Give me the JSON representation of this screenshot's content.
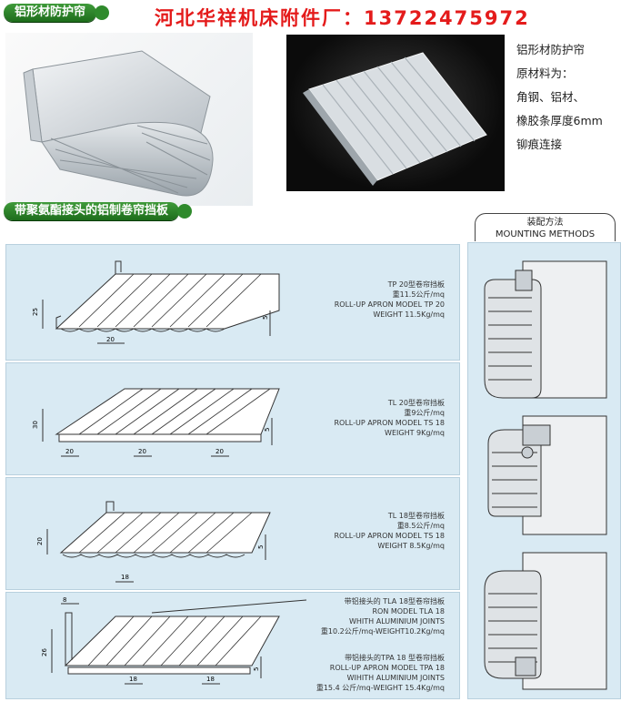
{
  "banner_left": "铝形材防护帘",
  "headline": "河北华祥机床附件厂：13722475972",
  "side_text": [
    "铝形材防护帘",
    "原材料为：",
    "角钢、铝材、",
    "橡胶条厚度6mm",
    "铆痕连接"
  ],
  "banner_mid": "带聚氨酯接头的铝制卷帘挡板",
  "mount": {
    "cn": "装配方法",
    "en": "MOUNTING METHODS"
  },
  "panels": [
    {
      "lines": [
        "TP 20型卷帘挡板",
        "重11.5公斤/mq",
        "ROLL-UP APRON MODEL TP 20",
        "WEIGHT 11.5Kg/mq"
      ],
      "dims": [
        "25",
        "20",
        "5"
      ]
    },
    {
      "lines": [
        "TL 20型卷帘挡板",
        "重9公斤/mq",
        "ROLL-UP APRON MODEL TS 18",
        "WEIGHT 9Kg/mq"
      ],
      "dims": [
        "30",
        "20",
        "20",
        "20",
        "5"
      ]
    },
    {
      "lines": [
        "TL 18型卷帘挡板",
        "重8.5公斤/mq",
        "ROLL-UP APRON MODEL TS 18",
        "WEIGHT 8.5Kg/mq"
      ],
      "dims": [
        "20",
        "18",
        "5"
      ]
    },
    {
      "lines": [
        "带铝接头的 TLA 18型卷帘挡板",
        "RON MODEL TLA 18",
        "WHITH ALUMINIUM JOINTS",
        "重10.2公斤/mq-WEIGHT10.2Kg/mq"
      ],
      "lines2": [
        "带铝接头的TPA 18 型卷帘挡板",
        "ROLL-UP APRON MODEL TPA 18",
        "WIHITH ALUMINIUM JOINTS",
        "重15.4 公斤/mq-WEIGHT 15.4Kg/mq"
      ],
      "dims": [
        "8",
        "26",
        "18",
        "18",
        "5"
      ]
    }
  ]
}
